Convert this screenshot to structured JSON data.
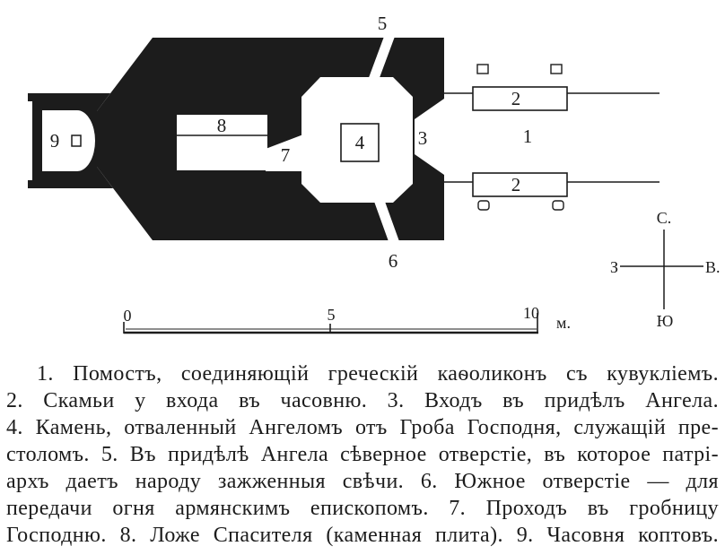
{
  "plan": {
    "labels": {
      "platform": "1",
      "bench_north": "2",
      "bench_south": "2",
      "entrance": "3",
      "stone": "4",
      "north_opening": "5",
      "south_opening": "6",
      "passage": "7",
      "tomb_bed": "8",
      "coptic_chapel": "9"
    },
    "compass": {
      "north": "С.",
      "west": "З",
      "east": "В.",
      "south": "Ю"
    },
    "scale": {
      "start": "0",
      "middle": "5",
      "end": "10",
      "unit": "м."
    }
  },
  "caption": {
    "lines": [
      "1. Помостъ, соединяющій греческій каѳоликонъ съ кувукліемъ.",
      "2. Скамьи у входа въ часовню. 3. Входъ въ придѣлъ Ангела.",
      "4. Камень, отваленный Ангеломъ отъ Гроба Господня, служащій пре-",
      "столомъ. 5. Въ придѣлѣ Ангела сѣверное отверстіе, въ которое патрі-",
      "архъ даетъ народу зажженныя свѣчи. 6. Южное отверстіе — для",
      "передачи огня армянскимъ епископомъ. 7. Проходъ въ гробницу",
      "Господню. 8. Ложе Спасителя (каменная плита). 9. Часовня коптовъ."
    ]
  }
}
